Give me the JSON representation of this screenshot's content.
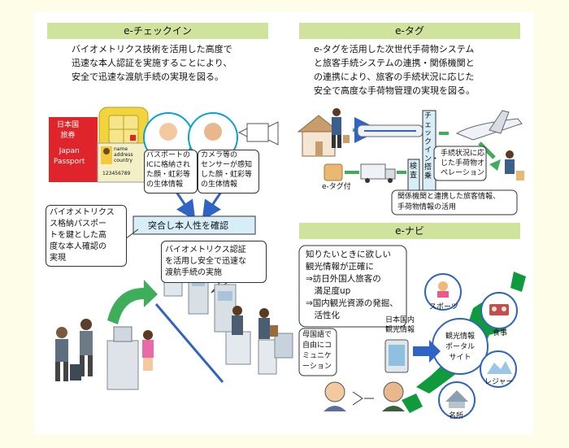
{
  "echeckin": {
    "header": "e-チェックイン",
    "desc": "バイオメトリクス技術を活用した高度で\n迅速な本人認証を実施することにより、\n安全で迅速な渡航手続の実現を図る。",
    "passport_jp": "日本国\n旅券",
    "passport_en": "Japan\nPassport",
    "card_name": "name\naddress\ncountry",
    "card_number": "123456789",
    "chip_note": "パスポートの\nICに格納され\nた顔・虹彩等\nの生体情報",
    "camera_note": "カメラ等の\nセンサーが感知\nした顔・虹彩等\nの生体情報",
    "verify": "突合し本人性を確認",
    "key_callout": "バイオメトリクス\nス格納パスポー\nトを鍵とした高\n度な本人確認の\n実現",
    "gate_callout": "バイオメトリクス認証\nを活用し安全で迅速な\n渡航手続の実施"
  },
  "etag": {
    "header": "e-タグ",
    "desc": "e-タグを活用した次世代手荷物システム\nと旅客手続システムの連携・関係機関と\nの連携により、旅客の手続状況に応じた\n安全で高度な手荷物管理の実現を図る。",
    "checkin_label": "チェックイン・搭乗",
    "inspection_label": "検査",
    "tag_label": "e-タグ付",
    "handling_note": "手続状況に応\nじた手荷物オ\nペレーション",
    "bottom_note": "関係機関と連携した旅客情報、\n手荷物情報の活用"
  },
  "enavi": {
    "header": "e-ナビ",
    "info_title": "知りたいときに欲しい\n観光情報が正確に",
    "bullets": "⇒訪日外国人旅客の\n　満足度up\n⇒国内観光資源の発掘、\n　活性化",
    "japan_info": "日本国内\n観光情報",
    "portal": "観光情報\nポータル\nサイト",
    "lang_bubble": "母国語で\n自由にコ\nミュニケ\nーション",
    "sports": "スポーツ",
    "food": "食事",
    "leisure": "レジャー",
    "sights": "名所"
  },
  "colors": {
    "header_bg": "#cfe39d",
    "frame_bg": "#fdfde8",
    "passport_red": "#e0242b",
    "arrow_green": "#3fae5a",
    "arrow_blue": "#2f64c6",
    "verify_bg": "#d7eef9",
    "map_green": "#0f9a3c"
  }
}
